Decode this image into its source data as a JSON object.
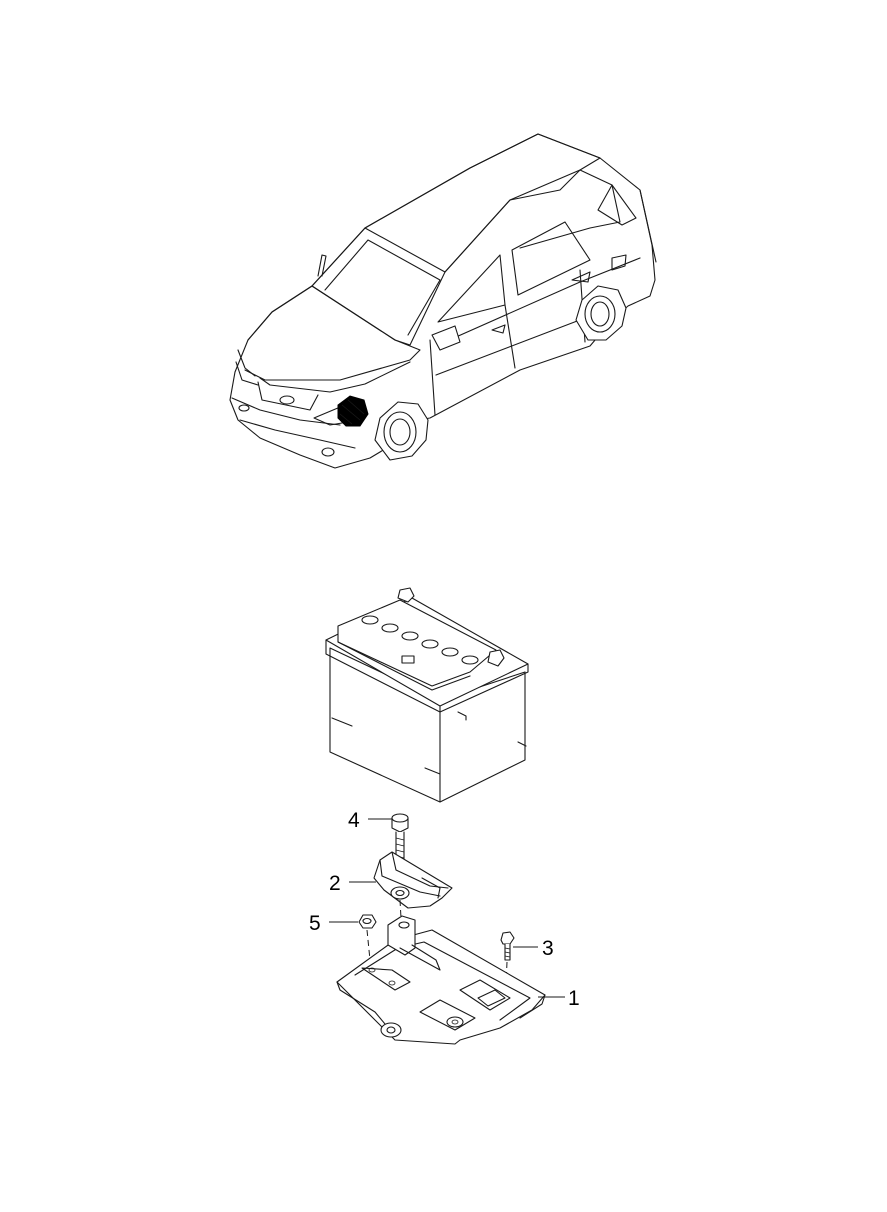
{
  "callouts": [
    {
      "id": "1",
      "label": "1"
    },
    {
      "id": "2",
      "label": "2"
    },
    {
      "id": "3",
      "label": "3"
    },
    {
      "id": "4",
      "label": "4"
    },
    {
      "id": "5",
      "label": "5"
    }
  ],
  "colors": {
    "line": "#1a1a1a",
    "highlight": "#000000",
    "background": "#ffffff"
  }
}
